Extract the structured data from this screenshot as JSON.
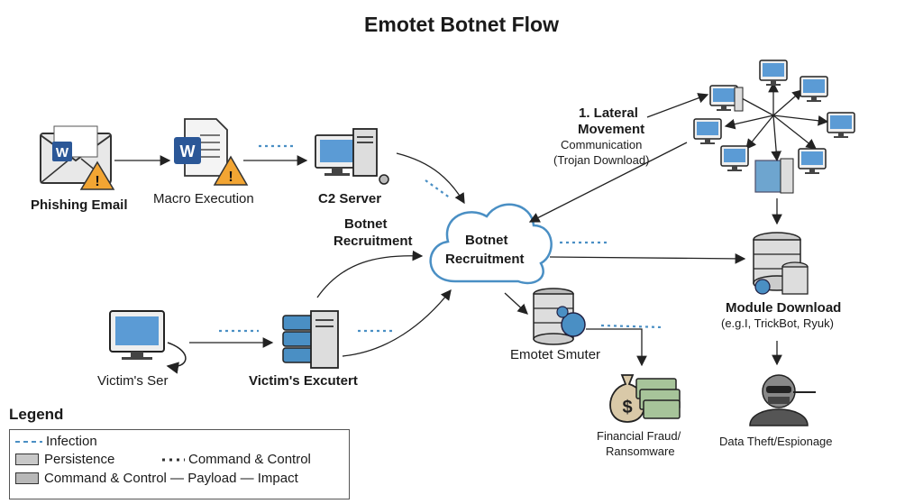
{
  "title": "Emotet Botnet Flow",
  "nodes": {
    "phishing_email": "Phishing Email",
    "macro_execution": "Macro Execution",
    "c2_server": "C2 Server",
    "botnet_recruitment_label_line1": "Botnet",
    "botnet_recruitment_label_line2": "Recruitment",
    "cloud_line1": "Botnet",
    "cloud_line2": "Recruitment",
    "lateral_line1": "1. Lateral",
    "lateral_line2": "Movement",
    "lateral_sub1": "Communication",
    "lateral_sub2": "(Trojan Download)",
    "victims_ser": "Victim's Ser",
    "victims_exec": "Victim's Excutert",
    "emotet_smuter": "Emotet Smuter",
    "module_download": "Module Download",
    "module_download_sub": "(e.g.I, TrickBot, Ryuk)",
    "fraud_line1": "Financial Fraud/",
    "fraud_line2": "Ransomware",
    "data_theft": "Data Theft/Espionage"
  },
  "legend": {
    "title": "Legend",
    "infection": "Infection",
    "persistence": "Persistence",
    "command_control_dots": "Command & Control",
    "row3": "Command & Control — Payload — Impact"
  },
  "colors": {
    "accent": "#4a8fc4",
    "screen": "#5b9bd5",
    "warning": "#f2a533"
  }
}
